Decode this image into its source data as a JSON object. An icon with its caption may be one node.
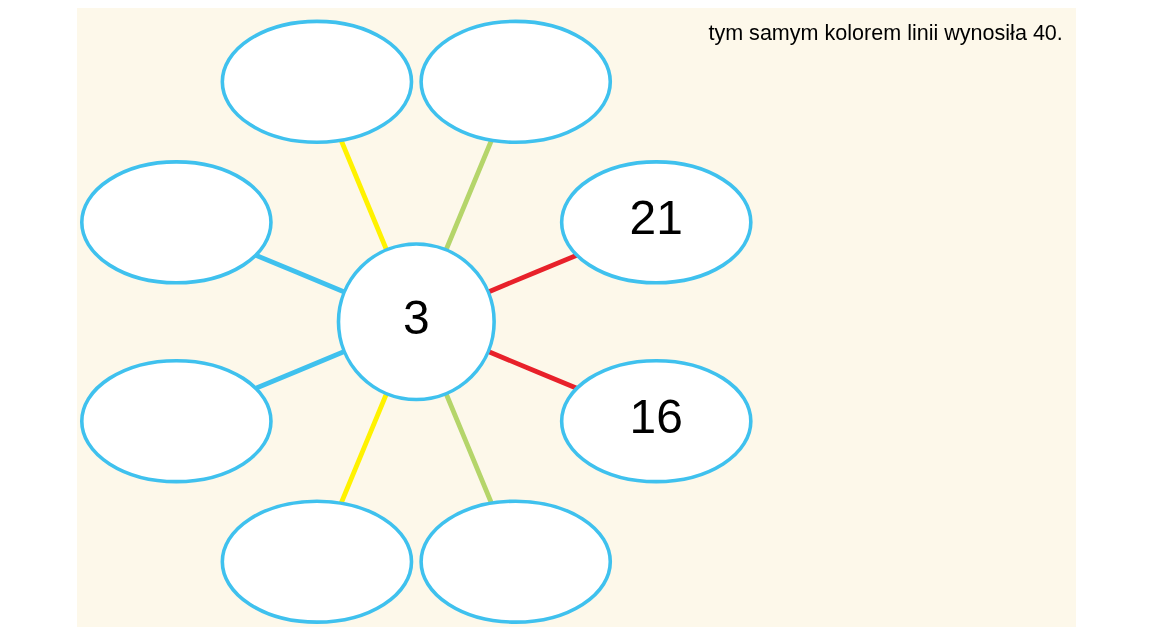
{
  "diagram": {
    "nodes": [
      {
        "text": [
          "21"
        ]
      },
      {
        "text": [],
        "shape": "ellipse"
      },
      {
        "text": [],
        "shape": "ellipse"
      },
      {
        "text": [
          "3"
        ]
      },
      {
        "text": [],
        "shape": "ellipse"
      },
      {
        "text": [],
        "shape": "ellipse"
      },
      {
        "text": [],
        "shape": "ellipse"
      },
      {
        "text": [],
        "shape": "ellipse"
      },
      {
        "text": [
          "16"
        ]
      }
    ],
    "edges": [
      {
        "from": 3,
        "to": 0,
        "arrow": "none",
        "color": "#e8212a"
      },
      {
        "from": 3,
        "to": 1,
        "arrow": "none",
        "color": "#b5d56a"
      },
      {
        "from": 3,
        "to": 2,
        "arrow": "none",
        "color": "#fff200"
      },
      {
        "from": 3,
        "to": 4,
        "arrow": "none",
        "color": "#3fc1ee"
      },
      {
        "from": 3,
        "to": 5,
        "arrow": "none",
        "color": "#3fc1ee"
      },
      {
        "from": 3,
        "to": 6,
        "arrow": "none",
        "color": "#fff200"
      },
      {
        "from": 3,
        "to": 7,
        "arrow": "none",
        "color": "#b5d56a"
      },
      {
        "from": 3,
        "to": 8,
        "arrow": "none",
        "color": "#e8212a"
      }
    ],
    "labels": [
      "tym samym kolorem linii wynosiła 40."
    ]
  }
}
